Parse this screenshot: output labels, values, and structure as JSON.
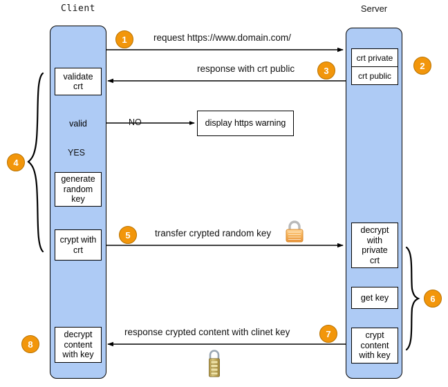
{
  "diagram": {
    "title": "HTTPS handshake sequence diagram",
    "colors": {
      "lane_fill": "#aecbf5",
      "badge_fill": "#F2960B",
      "node_fill": "#ffffff",
      "stroke": "#000000"
    },
    "lanes": [
      {
        "id": "client",
        "label": "Client"
      },
      {
        "id": "server",
        "label": "Server"
      }
    ],
    "client_nodes": [
      {
        "id": "validate-crt",
        "label": "validate\ncrt"
      },
      {
        "id": "valid-decision",
        "label": "valid"
      },
      {
        "id": "generate-random-key",
        "label": "generate\nrandom\nkey"
      },
      {
        "id": "crypt-with-crt",
        "label": "crypt with\ncrt"
      },
      {
        "id": "decrypt-content-with-key",
        "label": "decrypt\ncontent\nwith key"
      }
    ],
    "server_nodes": [
      {
        "id": "crt-private",
        "label": "crt private"
      },
      {
        "id": "crt-public",
        "label": "crt public"
      },
      {
        "id": "decrypt-with-private-crt",
        "label": "decrypt\nwith\nprivate\ncrt"
      },
      {
        "id": "get-key",
        "label": "get key"
      },
      {
        "id": "crypt-content-with-key",
        "label": "crypt\ncontent\nwith key"
      }
    ],
    "external_nodes": [
      {
        "id": "display-https-warning",
        "label": "display https warning"
      }
    ],
    "branch_labels": {
      "no": "NO",
      "yes": "YES"
    },
    "messages": [
      {
        "step": "1",
        "text": "request https://www.domain.com/",
        "direction": "client-to-server"
      },
      {
        "step": "3",
        "text": "response with crt public",
        "direction": "server-to-client"
      },
      {
        "step": "5",
        "text": "transfer crypted random key",
        "direction": "client-to-server"
      },
      {
        "step": "7",
        "text": "response crypted content with clinet key",
        "direction": "server-to-client"
      }
    ],
    "step_badges": [
      {
        "number": "1"
      },
      {
        "number": "2"
      },
      {
        "number": "3"
      },
      {
        "number": "4"
      },
      {
        "number": "5"
      },
      {
        "number": "6"
      },
      {
        "number": "7"
      },
      {
        "number": "8"
      }
    ],
    "icons": [
      {
        "id": "padlock-orange-icon",
        "name": "padlock-icon"
      },
      {
        "id": "padlock-brass-icon",
        "name": "combination-padlock-icon"
      }
    ]
  }
}
